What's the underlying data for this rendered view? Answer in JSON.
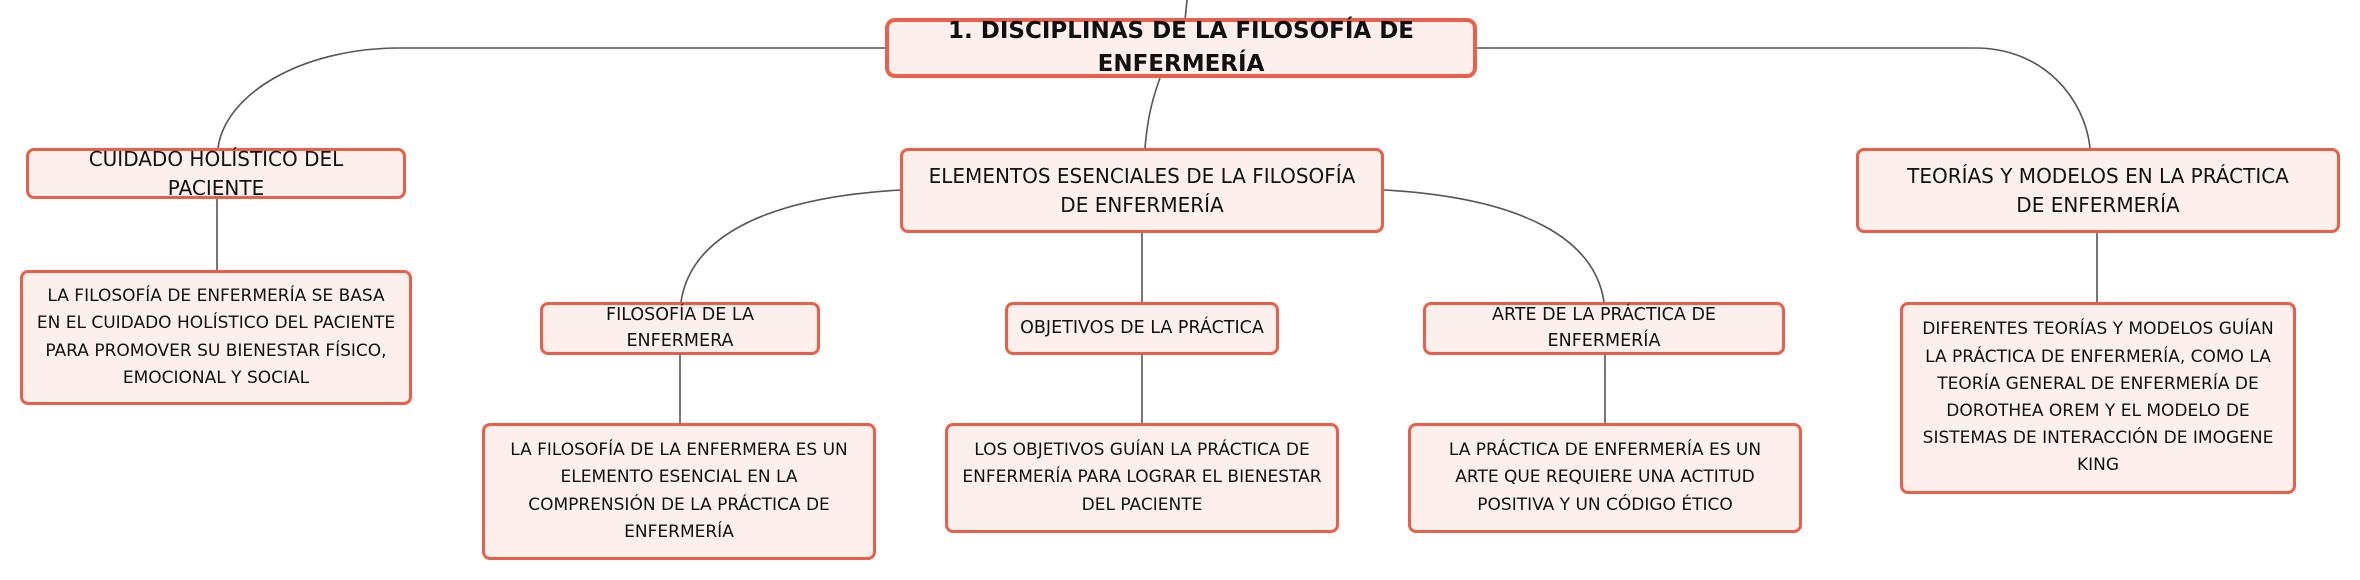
{
  "colors": {
    "accent": "#e8604a",
    "node_fill": "#fdf0ec",
    "line": "#555555"
  },
  "root": {
    "label": "1. DISCIPLINAS DE LA FILOSOFÍA DE ENFERMERÍA"
  },
  "branches": {
    "holistic": {
      "label": "CUIDADO HOLÍSTICO DEL PACIENTE",
      "detail": "LA FILOSOFÍA DE ENFERMERÍA SE BASA EN EL CUIDADO HOLÍSTICO DEL PACIENTE PARA PROMOVER SU BIENESTAR FÍSICO, EMOCIONAL Y SOCIAL"
    },
    "essential": {
      "label": "ELEMENTOS ESENCIALES DE LA FILOSOFÍA DE ENFERMERÍA",
      "children": {
        "philosophy": {
          "label": "FILOSOFÍA DE LA ENFERMERA",
          "detail": "LA FILOSOFÍA DE LA ENFERMERA ES UN ELEMENTO ESENCIAL EN LA COMPRENSIÓN DE LA PRÁCTICA DE ENFERMERÍA"
        },
        "objectives": {
          "label": "OBJETIVOS DE LA PRÁCTICA",
          "detail": "LOS OBJETIVOS GUÍAN LA PRÁCTICA DE ENFERMERÍA PARA LOGRAR EL BIENESTAR DEL PACIENTE"
        },
        "art": {
          "label": "ARTE DE LA PRÁCTICA DE ENFERMERÍA",
          "detail": "LA PRÁCTICA DE ENFERMERÍA ES UN ARTE QUE REQUIERE UNA ACTITUD POSITIVA Y UN CÓDIGO ÉTICO"
        }
      }
    },
    "theories": {
      "label": "TEORÍAS Y MODELOS EN LA PRÁCTICA DE ENFERMERÍA",
      "detail": "DIFERENTES TEORÍAS Y MODELOS GUÍAN LA PRÁCTICA DE ENFERMERÍA, COMO LA TEORÍA GENERAL DE ENFERMERÍA DE DOROTHEA OREM Y EL MODELO DE SISTEMAS DE INTERACCIÓN DE IMOGENE KING"
    }
  }
}
